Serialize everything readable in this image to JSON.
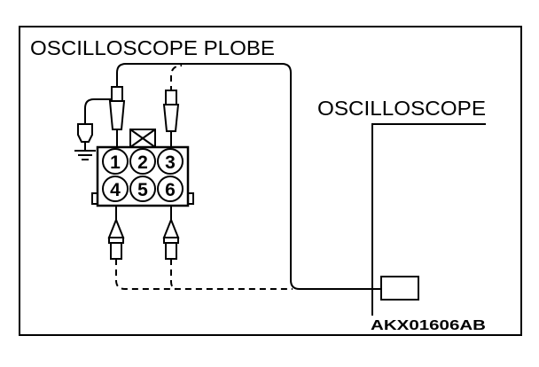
{
  "labels": {
    "probe": "OSCILLOSCOPE PLOBE",
    "scope": "OSCILLOSCOPE",
    "code": "AKX01606AB"
  },
  "connector": {
    "pins": [
      "1",
      "2",
      "3",
      "4",
      "5",
      "6"
    ]
  },
  "colors": {
    "ink": "#000000",
    "paper": "#ffffff"
  }
}
